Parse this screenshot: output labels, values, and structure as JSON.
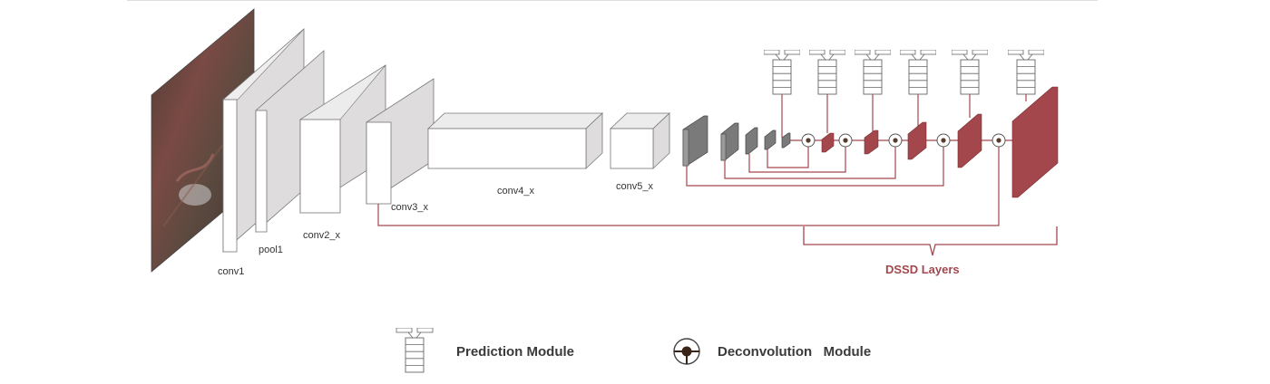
{
  "labels": {
    "conv1": "conv1",
    "pool1": "pool1",
    "conv2": "conv2_x",
    "conv3": "conv3_x",
    "conv4": "conv4_x",
    "conv5": "conv5_x",
    "dssd": "DSSD Layers"
  },
  "legend": {
    "prediction": "Prediction Module",
    "deconvolution": "Deconvolution   Module"
  },
  "colors": {
    "dssd_red": "#a3474d",
    "gray_layer": "#6e6e6e",
    "box_face": "#ffffff",
    "box_side": "#dedcdc",
    "image": "#5a3f36"
  },
  "icons": {
    "prediction": "stacked-rows-icon",
    "deconvolution": "circle-join-icon"
  }
}
